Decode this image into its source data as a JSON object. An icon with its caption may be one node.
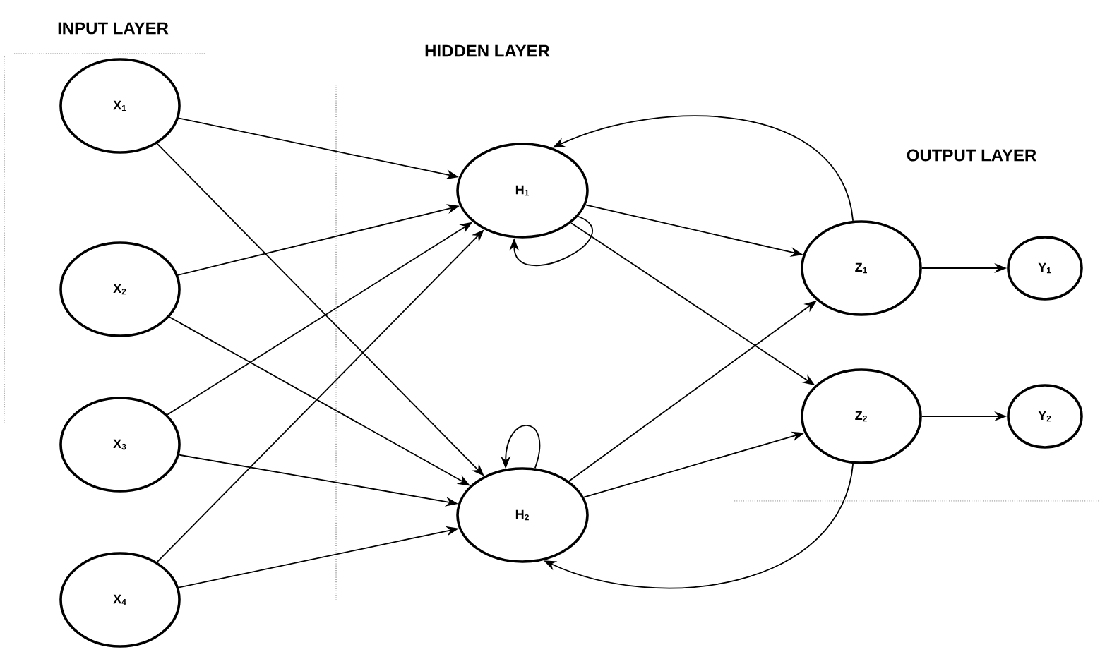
{
  "diagram": {
    "nodes": [
      {
        "text": [
          "X$_{1}$"
        ]
      },
      {
        "text": [
          "X$_{2}$"
        ]
      },
      {
        "text": [
          "X$_{3}$"
        ]
      },
      {
        "text": [
          "X$_{4}$"
        ]
      },
      {
        "text": [
          "H$_{1}$"
        ]
      },
      {
        "text": [
          "H$_{2}$"
        ]
      },
      {
        "text": [
          "Z$_{1}$"
        ]
      },
      {
        "text": [
          "Z$_{2}$"
        ]
      },
      {
        "text": [
          "Y$_{1}$"
        ]
      },
      {
        "text": [
          "Y$_{2}$"
        ]
      }
    ],
    "edges": [
      {
        "from": 0,
        "to": 4,
        "arrow": "to"
      },
      {
        "from": 0,
        "to": 5,
        "arrow": "to"
      },
      {
        "from": 1,
        "to": 4,
        "arrow": "to"
      },
      {
        "from": 1,
        "to": 5,
        "arrow": "to"
      },
      {
        "from": 2,
        "to": 4,
        "arrow": "to"
      },
      {
        "from": 2,
        "to": 5,
        "arrow": "to"
      },
      {
        "from": 3,
        "to": 4,
        "arrow": "to"
      },
      {
        "from": 3,
        "to": 5,
        "arrow": "to"
      },
      {
        "from": 4,
        "to": 4,
        "arrow": "to"
      },
      {
        "from": 5,
        "to": 5,
        "arrow": "to"
      },
      {
        "from": 4,
        "to": 6,
        "arrow": "to"
      },
      {
        "from": 4,
        "to": 7,
        "arrow": "to"
      },
      {
        "from": 5,
        "to": 6,
        "arrow": "to"
      },
      {
        "from": 5,
        "to": 7,
        "arrow": "to"
      },
      {
        "from": 6,
        "to": 4,
        "arrow": "to"
      },
      {
        "from": 7,
        "to": 5,
        "arrow": "to"
      },
      {
        "from": 6,
        "to": 8,
        "arrow": "to"
      },
      {
        "from": 7,
        "to": 9,
        "arrow": "to"
      }
    ],
    "labels": [
      "INPUT LAYER",
      "HIDDEN LAYER",
      "OUTPUT LAYER"
    ]
  }
}
